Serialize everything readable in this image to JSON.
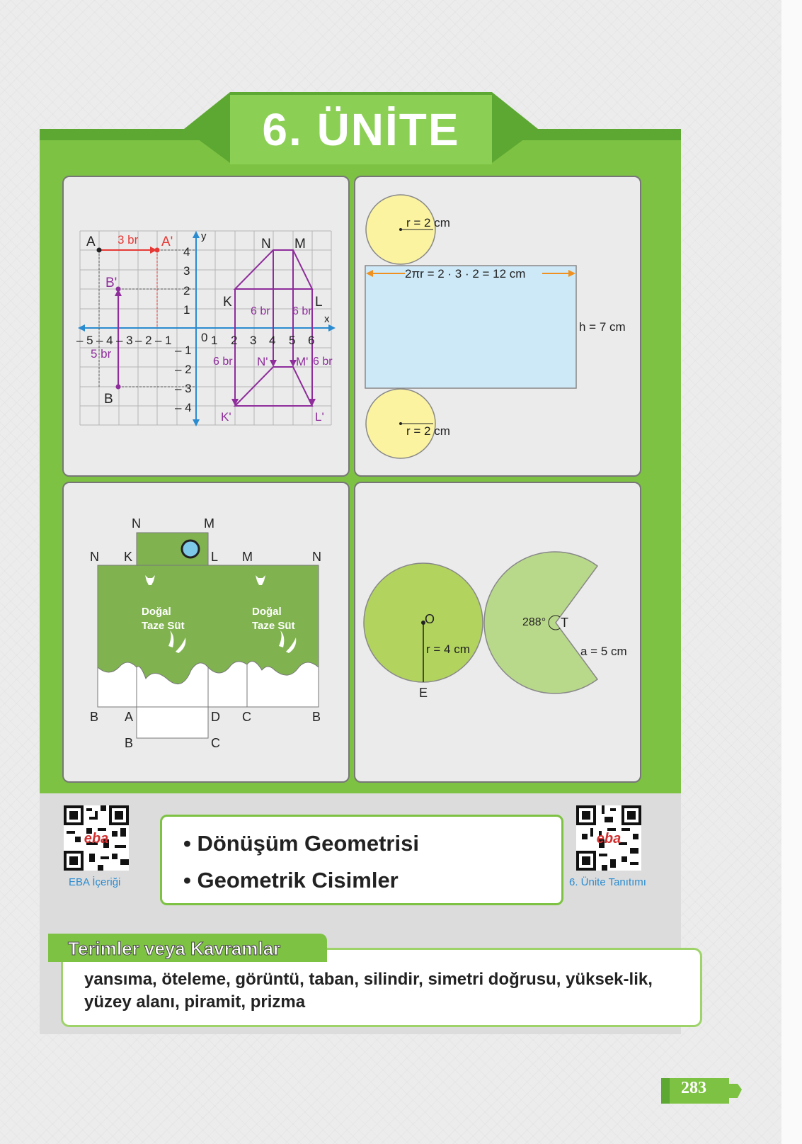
{
  "unit_title": "6. ÜNİTE",
  "grid_panel": {
    "labels": {
      "A": "A",
      "A_prime": "A'",
      "B_prime": "B'",
      "B": "B",
      "N": "N",
      "M": "M",
      "K": "K",
      "L": "L",
      "N_prime": "N'",
      "M_prime": "M'",
      "K_prime": "K'",
      "L_prime": "L'",
      "x": "x",
      "y": "y",
      "origin": "0"
    },
    "x_ticks": [
      "– 5",
      "– 4",
      "– 3",
      "– 2",
      "– 1",
      "1",
      "2",
      "3",
      "4",
      "5",
      "6"
    ],
    "y_ticks": [
      "4",
      "3",
      "2",
      "1",
      "– 1",
      "– 2",
      "– 3",
      "– 4"
    ],
    "measures": {
      "three_br": "3 br",
      "five_br": "5 br",
      "six_br_1": "6 br",
      "six_br_2": "6 br",
      "six_br_3": "6 br",
      "six_br_4": "6 br"
    }
  },
  "cylinder_panel": {
    "r_top": "r = 2 cm",
    "r_bottom": "r = 2 cm",
    "circumference": "2πr = 2 · 3 · 2 = 12  cm",
    "height": "h = 7 cm"
  },
  "carton_panel": {
    "labels": [
      "N",
      "M",
      "N",
      "K",
      "L",
      "M",
      "N",
      "B",
      "A",
      "D",
      "C",
      "B",
      "B",
      "C"
    ],
    "brand_line1": "Doğal",
    "brand_line2": "Taze Süt"
  },
  "cone_panel": {
    "center": "O",
    "radius": "r = 4 cm",
    "point_e": "E",
    "angle": "288°",
    "apex": "T",
    "slant": "a = 5 cm"
  },
  "topics": [
    "• Dönüşüm Geometrisi",
    "• Geometrik Cisimler"
  ],
  "qr_left_caption": "EBA İçeriği",
  "qr_right_caption": "6. Ünite Tanıtımı",
  "qr_logo": "eba",
  "terms_title": "Terimler veya Kavramlar",
  "terms_text": "yansıma, öteleme, görüntü, taban, silindir, simetri doğrusu, yüksek-lik, yüzey alanı, piramit, prizma",
  "page_number": "283",
  "colors": {
    "accent_green": "#7dc242",
    "dark_green": "#5da832",
    "light_yellow": "#fbf3a0",
    "light_blue": "#cde8f7"
  }
}
